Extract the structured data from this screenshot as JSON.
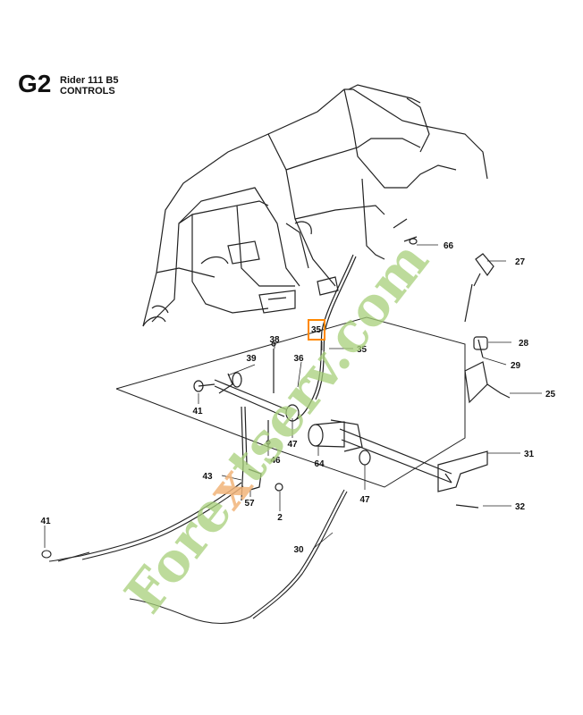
{
  "header": {
    "code": "G2",
    "model": "Rider 111 B5",
    "section": "CONTROLS"
  },
  "watermark": {
    "part1": "Fore",
    "part2": "x",
    "part3": "tserv.com"
  },
  "highlight_color": "#ff8800",
  "callouts": {
    "c66": "66",
    "c27": "27",
    "c28": "28",
    "c29": "29",
    "c25": "25",
    "c31": "31",
    "c32": "32",
    "c35a": "35",
    "c35b": "35",
    "c38": "38",
    "c39": "39",
    "c36": "36",
    "c41a": "41",
    "c47a": "47",
    "c46": "46",
    "c64": "64",
    "c47b": "47",
    "c43": "43",
    "c57": "57",
    "c2": "2",
    "c41b": "41",
    "c30": "30"
  }
}
